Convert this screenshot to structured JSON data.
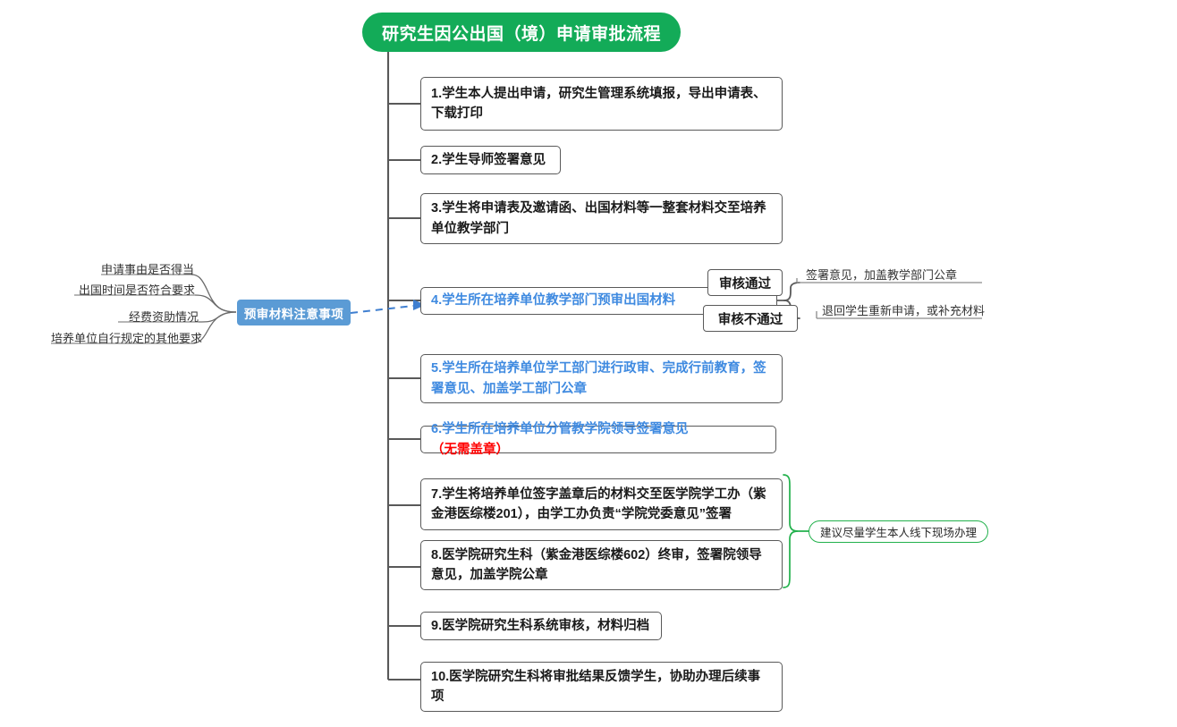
{
  "diagram": {
    "title": "研究生因公出国（境）申请审批流程",
    "root_color": "#13ab58",
    "blue_accent": "#5b9bd5",
    "blue_text": "#3f8ae0",
    "red_accent": "#ff0000",
    "green_accent": "#22b14c",
    "wire_color": "#595959"
  },
  "steps": [
    {
      "id": "step-1",
      "text": "1.学生本人提出申请，研究生管理系统填报，导出申请表、下载打印",
      "style": "plain"
    },
    {
      "id": "step-2",
      "text": "2.学生导师签署意见",
      "style": "plain"
    },
    {
      "id": "step-3",
      "text": "3.学生将申请表及邀请函、出国材料等一整套材料交至培养单位教学部门",
      "style": "plain"
    },
    {
      "id": "step-4",
      "text": "4.学生所在培养单位教学部门预审出国材料",
      "style": "blue"
    },
    {
      "id": "step-5",
      "text": "5.学生所在培养单位学工部门进行政审、完成行前教育，签署意见、加盖学工部门公章",
      "style": "blue"
    },
    {
      "id": "step-6",
      "text": "6.学生所在培养单位分管教学院领导签署意见",
      "suffix": "（无需盖章）",
      "style": "blue-with-red"
    },
    {
      "id": "step-7",
      "text": "7.学生将培养单位签字盖章后的材料交至医学院学工办（紫金港医综楼201），由学工办负责“学院党委意见”签署",
      "style": "plain"
    },
    {
      "id": "step-8",
      "text": "8.医学院研究生科（紫金港医综楼602）终审，签署院领导意见，加盖学院公章",
      "style": "plain"
    },
    {
      "id": "step-9",
      "text": "9.医学院研究生科系统审核，材料归档",
      "style": "plain"
    },
    {
      "id": "step-10",
      "text": "10.医学院研究生科将审批结果反馈学生，协助办理后续事项",
      "style": "plain"
    }
  ],
  "step4_branches": [
    {
      "id": "branch-pass",
      "label": "审核通过",
      "note": "签署意见，加盖教学部门公章"
    },
    {
      "id": "branch-reject",
      "label": "审核不通过",
      "note": "退回学生重新申请，或补充材料"
    }
  ],
  "side_note": {
    "title": "预审材料注意事项",
    "items": [
      "申请事由是否得当",
      "出国时间是否符合要求",
      "经费资助情况",
      "培养单位自行规定的其他要求"
    ]
  },
  "advice": {
    "text": "建议尽量学生本人线下现场办理"
  }
}
